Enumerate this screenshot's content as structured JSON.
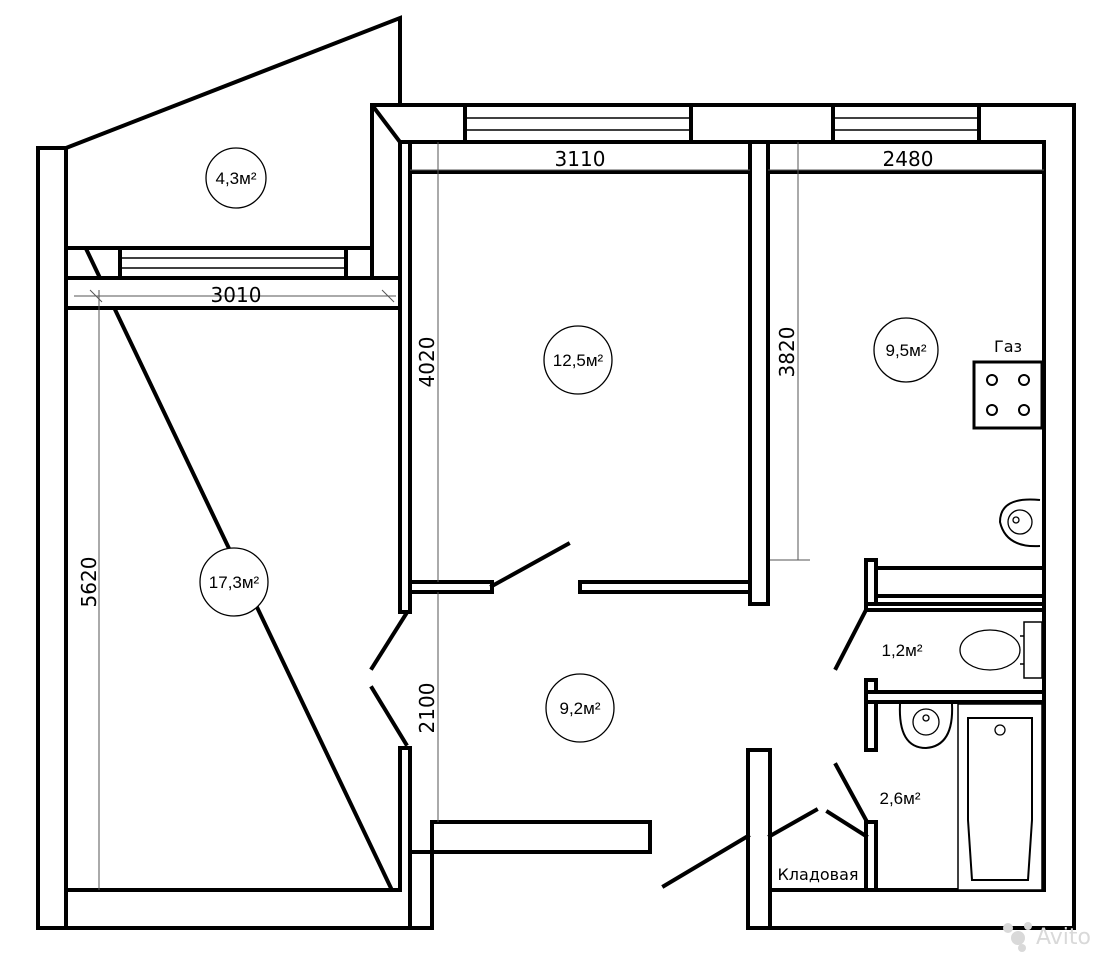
{
  "dimensions": {
    "living_width": "3010",
    "bedroom_width": "3110",
    "kitchen_width": "2480",
    "living_length": "5620",
    "bedroom_length": "4020",
    "kitchen_length": "3820",
    "hall_length": "2100"
  },
  "areas": {
    "balcony": "4,3м²",
    "living": "17,3м²",
    "bedroom": "12,5м²",
    "kitchen": "9,5м²",
    "hall": "9,2м²",
    "toilet": "1,2м²",
    "bathroom": "2,6м²"
  },
  "labels": {
    "gas": "Газ",
    "storage": "Кладовая"
  },
  "watermark": "Avito"
}
